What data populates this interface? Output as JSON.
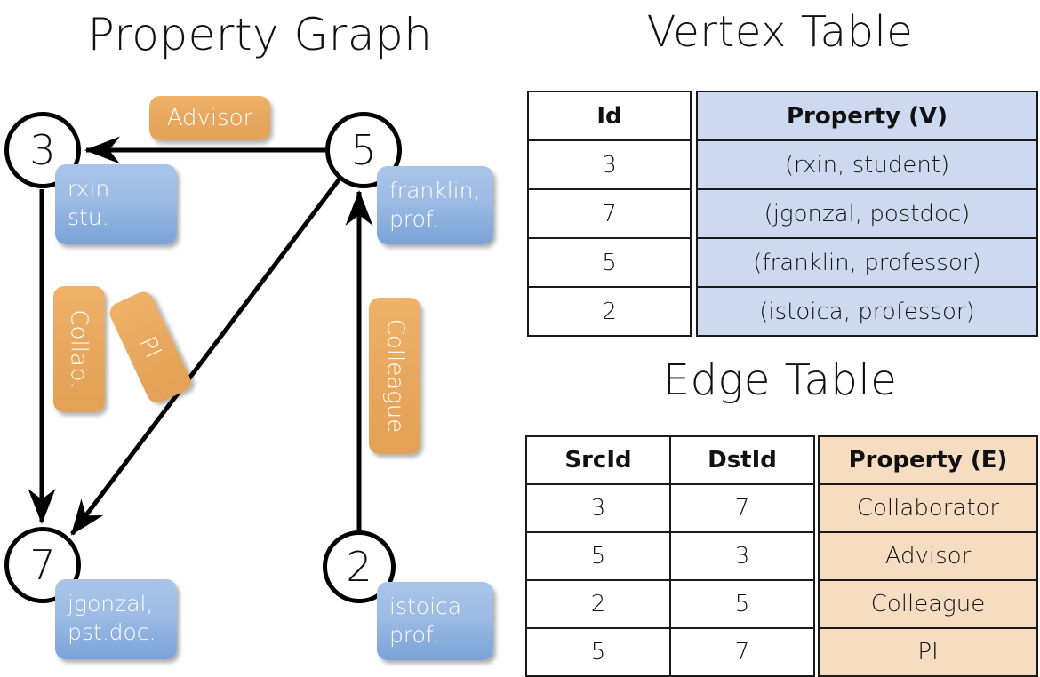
{
  "titles": {
    "property_graph": "Property Graph",
    "vertex_table": "Vertex Table",
    "edge_table": "Edge Table"
  },
  "colors": {
    "vertex_property_fill": "#ccd9ee",
    "edge_property_fill": "#f6ddc2",
    "node_property_box": "#9dbbe4",
    "relationship_box": "#e9a85f",
    "border": "#1a1a1a",
    "text": "#111111"
  },
  "graph": {
    "nodes": [
      {
        "id": "3",
        "property_lines": [
          "rxin",
          "stu."
        ]
      },
      {
        "id": "5",
        "property_lines": [
          "franklin,",
          "prof."
        ]
      },
      {
        "id": "7",
        "property_lines": [
          "jgonzal,",
          "pst.doc."
        ]
      },
      {
        "id": "2",
        "property_lines": [
          "istoica",
          "prof."
        ]
      }
    ],
    "edge_labels": [
      {
        "name": "advisor",
        "label": "Advisor"
      },
      {
        "name": "collab",
        "label": "Collab."
      },
      {
        "name": "pi",
        "label": "PI"
      },
      {
        "name": "colleague",
        "label": "Colleague"
      }
    ],
    "edges": [
      {
        "from": "5",
        "to": "3",
        "label": "Advisor"
      },
      {
        "from": "3",
        "to": "7",
        "label": "Collab."
      },
      {
        "from": "5",
        "to": "7",
        "label": "PI"
      },
      {
        "from": "2",
        "to": "5",
        "label": "Colleague"
      }
    ]
  },
  "vertex_table": {
    "headers": {
      "id": "Id",
      "property": "Property (V)"
    },
    "rows": [
      {
        "id": "3",
        "property": "(rxin, student)"
      },
      {
        "id": "7",
        "property": "(jgonzal, postdoc)"
      },
      {
        "id": "5",
        "property": "(franklin, professor)"
      },
      {
        "id": "2",
        "property": "(istoica, professor)"
      }
    ]
  },
  "edge_table": {
    "headers": {
      "src": "SrcId",
      "dst": "DstId",
      "property": "Property (E)"
    },
    "rows": [
      {
        "src": "3",
        "dst": "7",
        "property": "Collaborator"
      },
      {
        "src": "5",
        "dst": "3",
        "property": "Advisor"
      },
      {
        "src": "2",
        "dst": "5",
        "property": "Colleague"
      },
      {
        "src": "5",
        "dst": "7",
        "property": "PI"
      }
    ]
  }
}
